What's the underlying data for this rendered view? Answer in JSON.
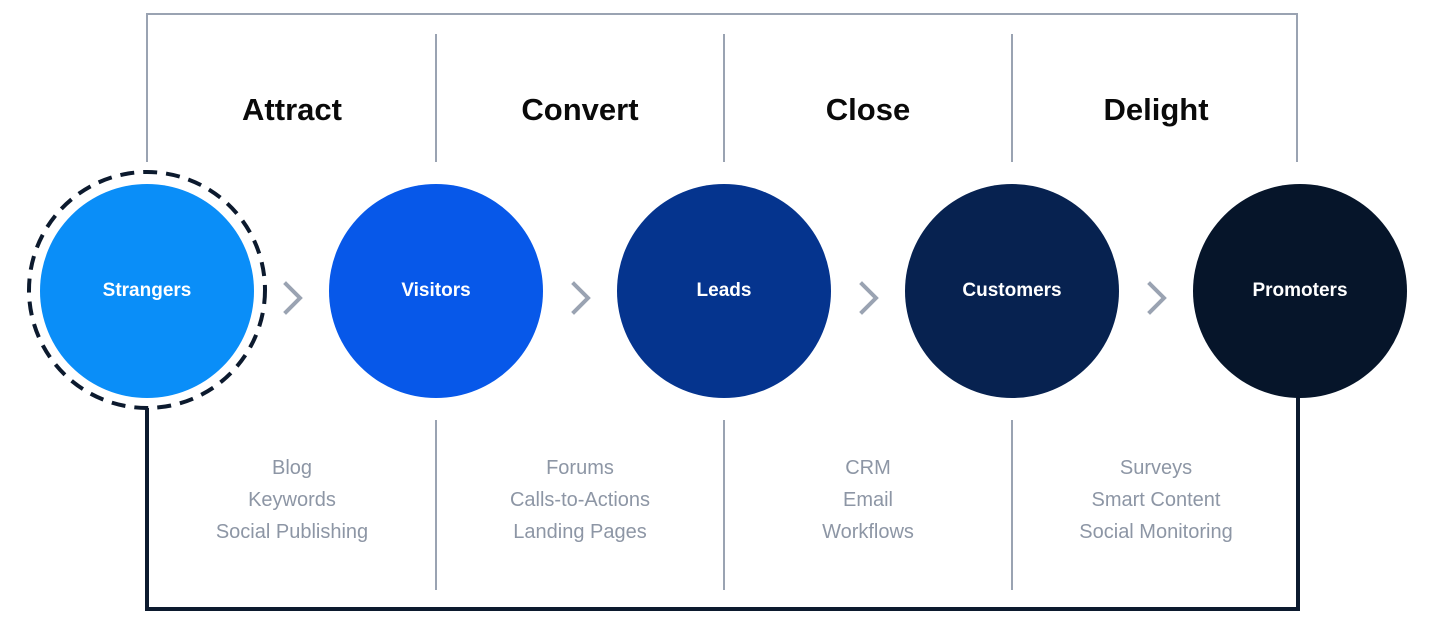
{
  "stages": [
    {
      "title": "Attract",
      "tactics": [
        "Blog",
        "Keywords",
        "Social Publishing"
      ]
    },
    {
      "title": "Convert",
      "tactics": [
        "Forums",
        "Calls-to-Actions",
        "Landing Pages"
      ]
    },
    {
      "title": "Close",
      "tactics": [
        "CRM",
        "Email",
        "Workflows"
      ]
    },
    {
      "title": "Delight",
      "tactics": [
        "Surveys",
        "Smart Content",
        "Social Monitoring"
      ]
    }
  ],
  "nodes": [
    {
      "label": "Strangers",
      "color": "#0a8ef8"
    },
    {
      "label": "Visitors",
      "color": "#0758e9"
    },
    {
      "label": "Leads",
      "color": "#05348e"
    },
    {
      "label": "Customers",
      "color": "#072250"
    },
    {
      "label": "Promoters",
      "color": "#06152a"
    }
  ],
  "colors": {
    "frame": "#9aa3b2",
    "loop": "#0c1a2e",
    "chevron": "#9aa3b2",
    "tactic_text": "#8d96a5"
  },
  "icons": {
    "chevron": "chevron-right-icon"
  }
}
